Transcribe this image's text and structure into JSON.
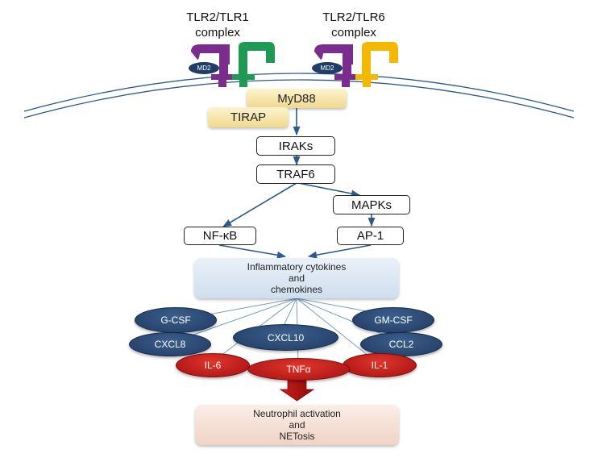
{
  "receptors": {
    "left_title_line1": "TLR2/TLR1",
    "left_title_line2": "complex",
    "right_title_line1": "TLR2/TLR6",
    "right_title_line2": "complex",
    "md2_label": "MD2"
  },
  "adapters": {
    "myd88": "MyD88",
    "tirap": "TIRAP"
  },
  "pathway": {
    "iraks": "IRAKs",
    "traf6": "TRAF6",
    "mapks": "MAPKs",
    "nfkb": "NF-κB",
    "ap1": "AP-1"
  },
  "cytokines_box": {
    "line1": "Inflammatory cytokines",
    "line2": "and",
    "line3": "chemokines"
  },
  "mediators": {
    "gcsf": "G-CSF",
    "gmcsf": "GM-CSF",
    "cxcl8": "CXCL8",
    "cxcl10": "CXCL10",
    "ccl2": "CCL2",
    "il6": "IL-6",
    "tnfa": "TNFα",
    "il1": "IL-1"
  },
  "outcome_box": {
    "line1": "Neutrophil activation",
    "line2": "and",
    "line3": "NETosis"
  },
  "colors": {
    "tlr2": "#7b2d8e",
    "tlr1": "#1f9a55",
    "tlr6": "#f5b800",
    "arrow": "#2d5a8a",
    "chemokine": "#1f3a60",
    "cytokine": "#b01212",
    "big_arrow": "#b30f0f"
  }
}
